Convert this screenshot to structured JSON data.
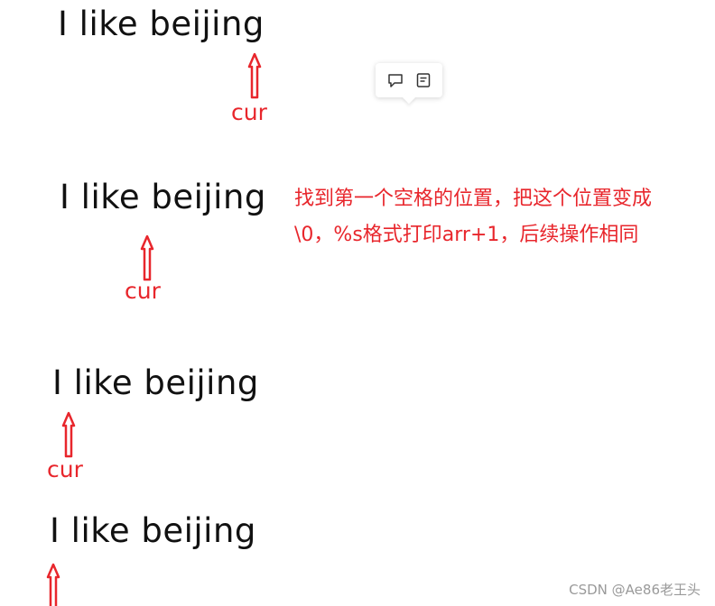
{
  "rows": [
    {
      "sentence": "I like beijing",
      "cur_label": "cur"
    },
    {
      "sentence": "I like beijing",
      "cur_label": "cur"
    },
    {
      "sentence": "I like beijing",
      "cur_label": "cur"
    },
    {
      "sentence": "I like beijing",
      "cur_label": ""
    }
  ],
  "annotation": "找到第一个空格的位置，把这个位置变成\\0，%s格式打印arr+1，后续操作相同",
  "toolbar": {
    "buttons": [
      {
        "icon": "comment-icon"
      },
      {
        "icon": "note-icon"
      }
    ]
  },
  "watermark": "CSDN @Ae86老王头",
  "colors": {
    "accent": "#e8262c",
    "text": "#111111",
    "watermark": "#9a9a9a"
  }
}
